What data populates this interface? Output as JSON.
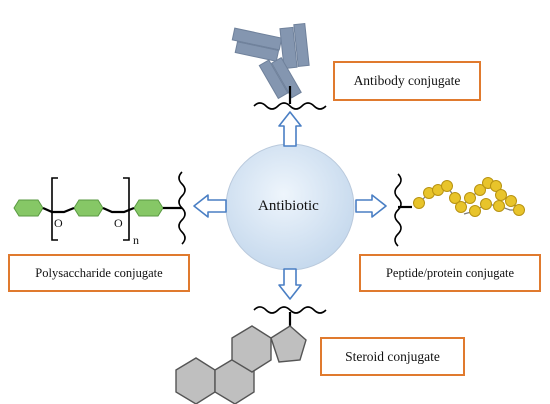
{
  "center": {
    "label": "Antibiotic"
  },
  "labels": {
    "antibody": "Antibody conjugate",
    "polysaccharide": "Polysaccharide conjugate",
    "peptide": "Peptide/protein conjugate",
    "steroid": "Steroid conjugate"
  },
  "polysaccharide_atoms": {
    "o1": "O",
    "o2": "O",
    "n": "n"
  },
  "colors": {
    "box_border": "#e07a2e",
    "center_fill": "#cfe2f3",
    "arrow": "#4a7fc4",
    "antibody": "#8496b0",
    "sugar": "#86c766",
    "bead": "#e8c42b",
    "steroid": "#bfbfbf"
  }
}
